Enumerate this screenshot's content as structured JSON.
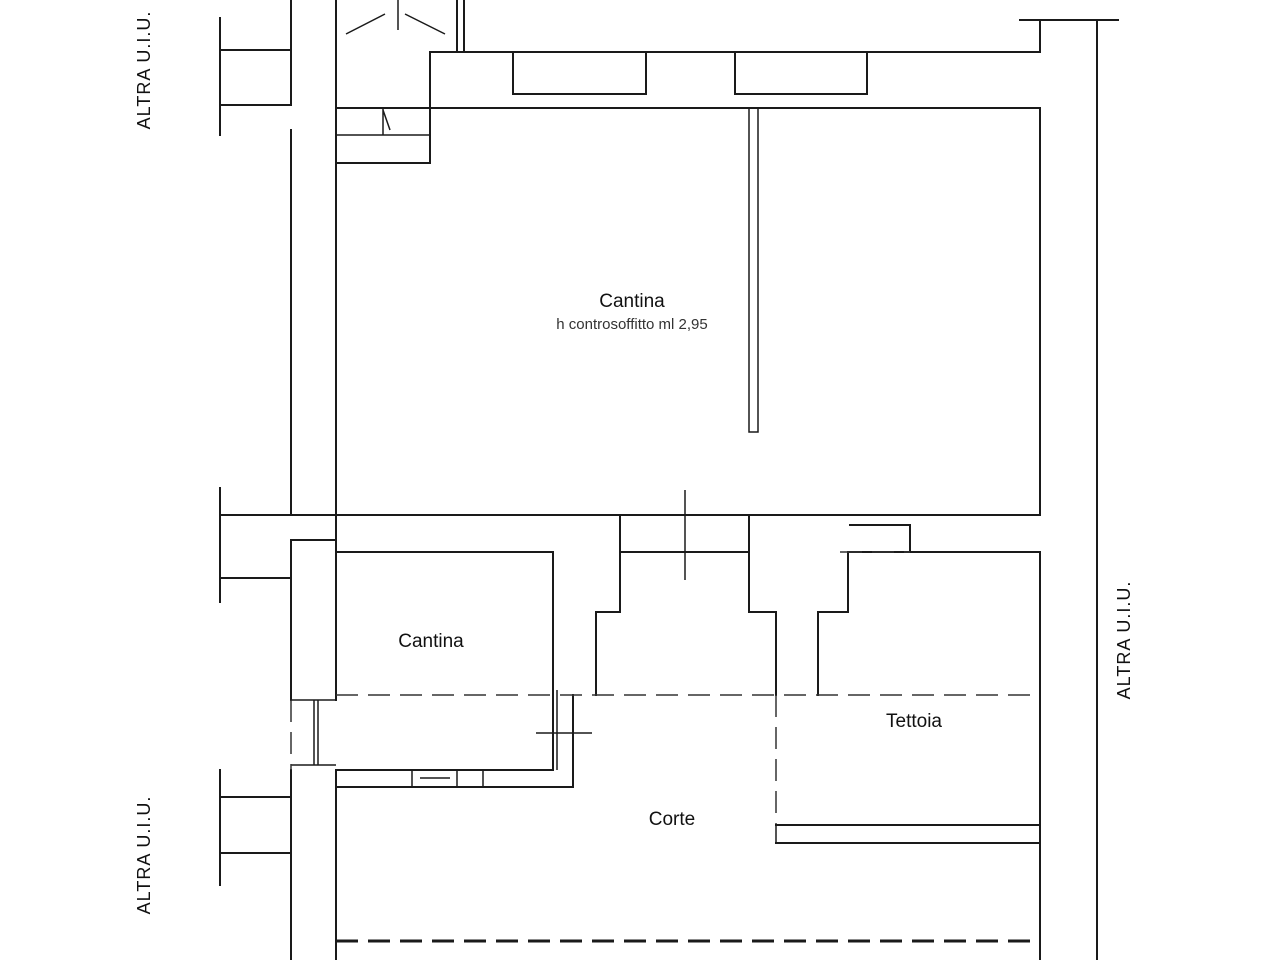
{
  "floor_plan": {
    "rooms": {
      "cantina_main": {
        "name": "Cantina",
        "note": "h controsoffitto ml 2,95"
      },
      "cantina_small": {
        "name": "Cantina"
      },
      "tettoia": {
        "name": "Tettoia"
      },
      "corte": {
        "name": "Corte"
      }
    },
    "neighbors": {
      "left_top": "ALTRA U.I.U.",
      "left_bottom": "ALTRA U.I.U.",
      "right": "ALTRA U.I.U."
    }
  }
}
